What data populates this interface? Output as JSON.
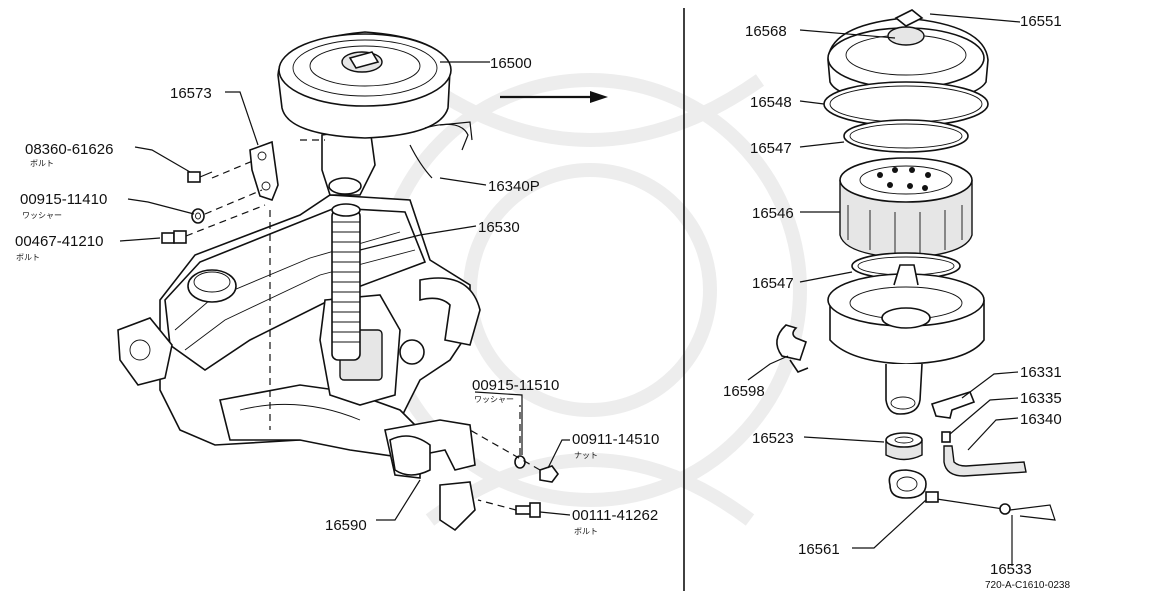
{
  "labels_left": {
    "p16500": "16500",
    "p16573": "16573",
    "p08360": "08360-61626",
    "p08360_sub": "ボルト",
    "p00915a": "00915-11410",
    "p00915a_sub": "ワッシャー",
    "p00467": "00467-41210",
    "p00467_sub": "ボルト",
    "p16340P": "16340P",
    "p16530": "16530",
    "p00915b": "00915-11510",
    "p00915b_sub": "ワッシャー",
    "p00911": "00911-14510",
    "p00911_sub": "ナット",
    "p00111": "00111-41262",
    "p00111_sub": "ボルト",
    "p16590": "16590"
  },
  "labels_right": {
    "p16568": "16568",
    "p16551": "16551",
    "p16548": "16548",
    "p16547a": "16547",
    "p16546": "16546",
    "p16547b": "16547",
    "p16598": "16598",
    "p16331": "16331",
    "p16335": "16335",
    "p16340": "16340",
    "p16523": "16523",
    "p16561": "16561",
    "p16533": "16533"
  },
  "diagram_code": "720-A-C1610-0238",
  "colors": {
    "ink": "#111111",
    "background": "#ffffff",
    "watermark": "#ededed"
  }
}
